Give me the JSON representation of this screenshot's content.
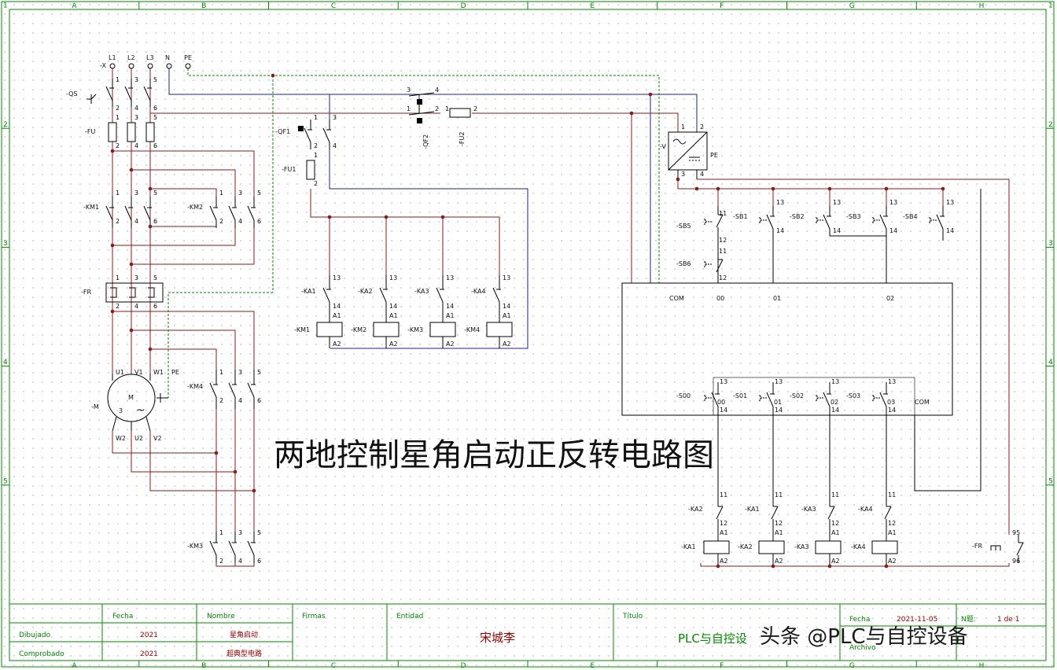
{
  "diagram_title": "两地控制星角启动正反转电路图",
  "watermark": "头条 @PLC与自控设备",
  "frame": {
    "columns": [
      "A",
      "B",
      "C",
      "D",
      "E",
      "F",
      "G",
      "H"
    ],
    "rows": [
      "1",
      "2",
      "3",
      "4",
      "5"
    ]
  },
  "supply_terminals": [
    "L1",
    "L2",
    "L3",
    "N",
    "PE"
  ],
  "labels": {
    "x": "-X",
    "qs": "-QS",
    "fu": "-FU",
    "km1": "-KM1",
    "km2": "-KM2",
    "fr": "-FR",
    "km4": "-KM4",
    "km3": "-KM3",
    "motor_tag": "-M",
    "motor_m": "M",
    "motor_phase": "3",
    "motor_ac": "~",
    "u1": "U1",
    "v1": "V1",
    "w1": "W1",
    "pe": "PE",
    "w2": "W2",
    "u2": "U2",
    "v2": "V2",
    "qf1": "-QF1",
    "fu1": "-FU1",
    "qf2": "-QF2",
    "fu2": "-FU2",
    "psu": "-V",
    "plc_com": "COM",
    "plc_00": "00",
    "plc_01": "01",
    "plc_02": "02",
    "plc_out_com": "COM",
    "fr_coil": "-FR"
  },
  "relay_coil_row": {
    "contacts": [
      "-KA1",
      "-KA2",
      "-KA3",
      "-KA4"
    ],
    "coils": [
      "-KM1",
      "-KM2",
      "-KM3",
      "-KM4"
    ]
  },
  "buttons": [
    "-SB1",
    "-SB2",
    "-SB3",
    "-SB4"
  ],
  "stop_buttons": [
    "-SB5",
    "-SB6"
  ],
  "outputs": [
    "-S00",
    "-S01",
    "-S02",
    "-S03"
  ],
  "output_terms": [
    "00",
    "01",
    "02",
    "03"
  ],
  "interlock_contacts": [
    "-KA2",
    "-KA1",
    "-KA3",
    "-KA4"
  ],
  "ka_coils": [
    "-KA1",
    "-KA2",
    "-KA3",
    "-KA4"
  ],
  "title_block": {
    "fecha_header": "Fecha",
    "nombre_header": "Nombre",
    "firmas_header": "Firmas",
    "entidad_header": "Entidad",
    "titulo_header": "Título",
    "dibujado_label": "Dibujado",
    "comprobado_label": "Comprobado",
    "dibujado_fecha": "2021",
    "comprobado_fecha": "2021",
    "dibujado_nombre": "星角启动",
    "comprobado_nombre": "超典型电路",
    "entidad_value": "宋城李",
    "titulo_value": "PLC与自控设",
    "fecha2_label": "Fecha",
    "fecha2_value": "2021-11-05",
    "archivo_label": "Archivo",
    "n_label": "N题:",
    "n_value": "1 de 1"
  },
  "colors": {
    "border": "#008a00",
    "power_wire": "#8b1a1a",
    "neutral_wire": "#1a237e",
    "pe_wire": "#008a00",
    "component": "#000000"
  }
}
